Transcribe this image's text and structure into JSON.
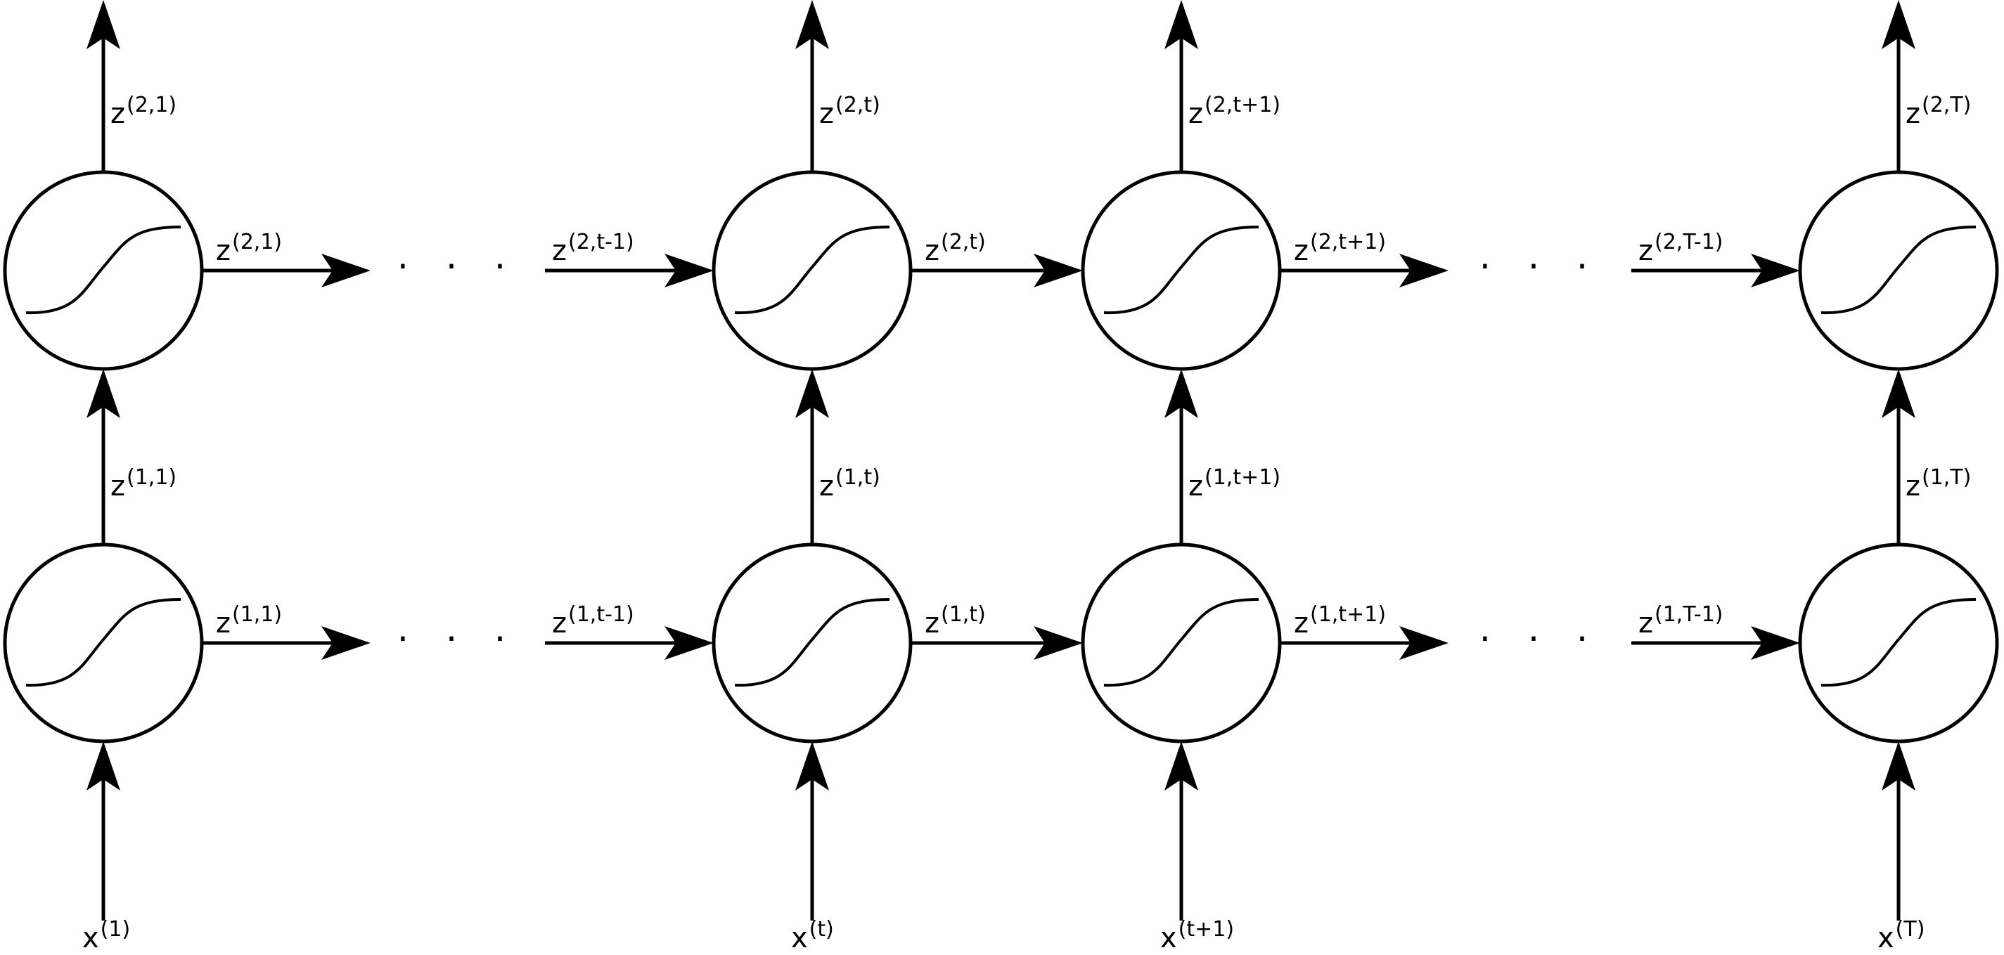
{
  "diagram": {
    "layers": [
      {
        "columns": [
          {
            "up_label": {
              "base": "z",
              "sup": "(1,1)"
            },
            "side_label": {
              "base": "z",
              "sup": "(1,1)"
            },
            "input_label": {
              "base": "x",
              "sup": "(1)"
            },
            "incoming_label": null
          },
          {
            "up_label": {
              "base": "z",
              "sup": "(1,t)"
            },
            "side_label": {
              "base": "z",
              "sup": "(1,t)"
            },
            "input_label": {
              "base": "x",
              "sup": "(t)"
            },
            "incoming_label": {
              "base": "z",
              "sup": "(1,t-1)"
            }
          },
          {
            "up_label": {
              "base": "z",
              "sup": "(1,t+1)"
            },
            "side_label": {
              "base": "z",
              "sup": "(1,t+1)"
            },
            "input_label": {
              "base": "x",
              "sup": "(t+1)"
            },
            "incoming_label": null
          },
          {
            "up_label": {
              "base": "z",
              "sup": "(1,T)"
            },
            "side_label": null,
            "input_label": {
              "base": "x",
              "sup": "(T)"
            },
            "incoming_label": {
              "base": "z",
              "sup": "(1,T-1)"
            }
          }
        ]
      },
      {
        "columns": [
          {
            "up_label": {
              "base": "z",
              "sup": "(2,1)"
            },
            "side_label": {
              "base": "z",
              "sup": "(2,1)"
            },
            "incoming_label": null
          },
          {
            "up_label": {
              "base": "z",
              "sup": "(2,t)"
            },
            "side_label": {
              "base": "z",
              "sup": "(2,t)"
            },
            "incoming_label": {
              "base": "z",
              "sup": "(2,t-1)"
            }
          },
          {
            "up_label": {
              "base": "z",
              "sup": "(2,t+1)"
            },
            "side_label": {
              "base": "z",
              "sup": "(2,t+1)"
            },
            "incoming_label": null
          },
          {
            "up_label": {
              "base": "z",
              "sup": "(2,T)"
            },
            "side_label": null,
            "incoming_label": {
              "base": "z",
              "sup": "(2,T-1)"
            }
          }
        ]
      }
    ],
    "ellipsis": "· · ·",
    "node_icon": "sigmoid-curve-icon"
  }
}
